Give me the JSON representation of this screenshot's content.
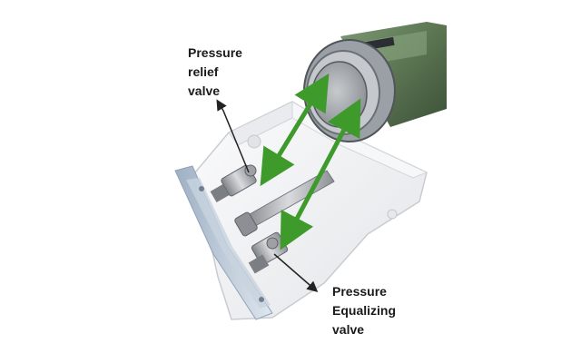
{
  "callouts": {
    "pressure_relief": [
      "Pressure",
      "relief",
      "valve"
    ],
    "pressure_equalizing": [
      "Pressure",
      "Equalizing",
      "valve"
    ]
  },
  "colors": {
    "housing": "#f1f2f3",
    "housing_outline": "#c9ccd1",
    "flange": "#b9c3cf",
    "actuator_green": "#5f7a5a",
    "actuator_green_dark": "#3f5641",
    "steel": "#a9adb2",
    "arrow_green": "#3f9a2c",
    "leader_line": "#222222"
  },
  "icons": [
    "double-headed-arrow-icon",
    "leader-arrow-icon"
  ]
}
